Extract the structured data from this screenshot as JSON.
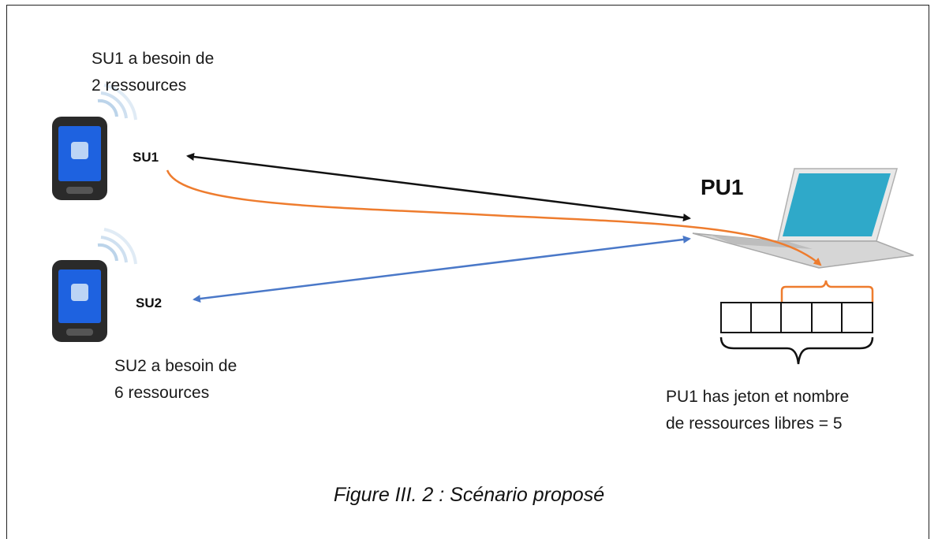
{
  "nodes": {
    "su1": {
      "label": "SU1",
      "need_text": [
        "SU1 a besoin de",
        "2 ressources"
      ]
    },
    "su2": {
      "label": "SU2",
      "need_text": [
        "SU2 a besoin de",
        "6 ressources"
      ]
    },
    "pu1": {
      "label": "PU1",
      "note_text": [
        "PU1 has jeton et  nombre",
        "de ressources libres = 5"
      ]
    }
  },
  "resources": {
    "slots": 5,
    "highlighted_slots": 3
  },
  "caption": "Figure III. 2 : Scénario proposé",
  "colors": {
    "su1_link": "#111111",
    "su2_link": "#4a78c8",
    "allocation": "#ee7c2e",
    "phone_screen": "#1e62e0",
    "laptop_screen": "#2fa9c9"
  },
  "icons": {
    "phones": "smartphone-icon",
    "laptop": "laptop-icon"
  }
}
